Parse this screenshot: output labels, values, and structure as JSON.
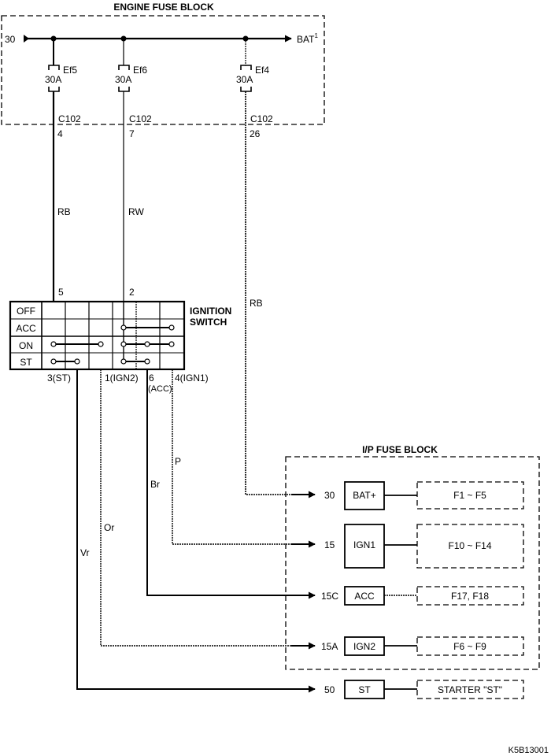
{
  "engine_fuse_block": {
    "title": "ENGINE FUSE BLOCK",
    "input_terminal": "30",
    "output_label": "BAT",
    "output_superscript": "1",
    "fuses": [
      {
        "name": "Ef5",
        "rating": "30A",
        "connector": "C102",
        "pin": "4"
      },
      {
        "name": "Ef6",
        "rating": "30A",
        "connector": "C102",
        "pin": "7"
      },
      {
        "name": "Ef4",
        "rating": "30A",
        "connector": "C102",
        "pin": "26"
      }
    ]
  },
  "wires": {
    "ef5_color": "RB",
    "ef6_color": "RW",
    "ef4_color": "RB",
    "ign1_color": "P",
    "acc_color": "Br",
    "ign2_color": "Or",
    "st_color": "Vr"
  },
  "ignition_switch": {
    "title_line1": "IGNITION",
    "title_line2": "SWITCH",
    "input_pins": [
      "5",
      "2"
    ],
    "positions": [
      "OFF",
      "ACC",
      "ON",
      "ST"
    ],
    "output_pins": {
      "st": "3(ST)",
      "ign2": "1(IGN2)",
      "acc_pin": "6",
      "acc_name": "(ACC)",
      "ign1": "4(IGN1)"
    }
  },
  "ip_fuse_block": {
    "title": "I/P FUSE BLOCK",
    "rows": [
      {
        "terminal": "30",
        "box": "BAT+",
        "fuses": "F1 ~ F5"
      },
      {
        "terminal": "15",
        "box": "IGN1",
        "fuses": "F10 ~ F14"
      },
      {
        "terminal": "15C",
        "box": "ACC",
        "fuses": "F17, F18"
      },
      {
        "terminal": "15A",
        "box": "IGN2",
        "fuses": "F6 ~ F9"
      }
    ]
  },
  "starter_row": {
    "terminal": "50",
    "box": "ST",
    "target": "STARTER \"ST\""
  },
  "figure_id": "K5B13001"
}
